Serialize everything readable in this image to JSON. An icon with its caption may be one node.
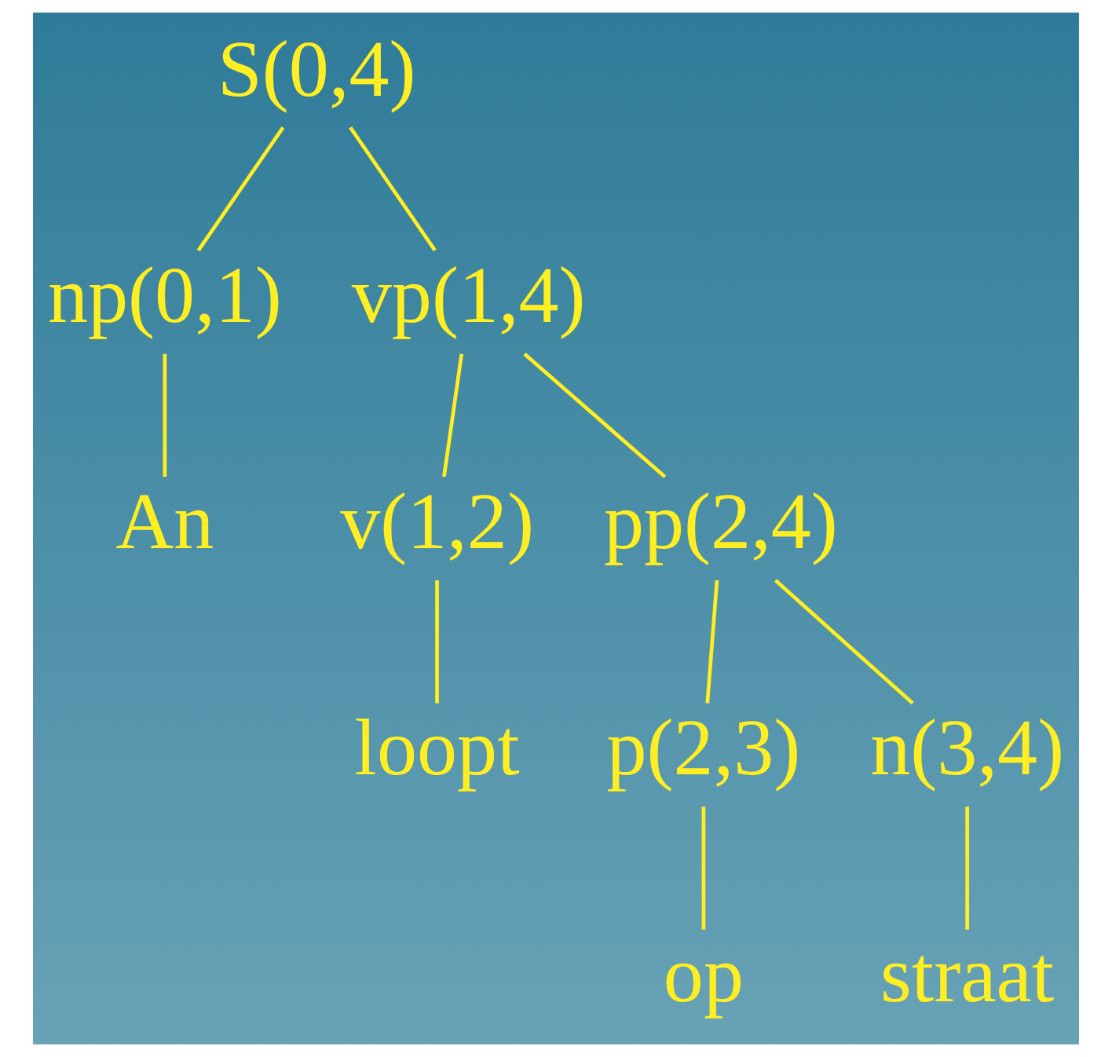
{
  "diagram": {
    "nodes": [
      {
        "text": [
          "S(0,4)"
        ]
      },
      {
        "text": [
          "np(0,1)"
        ]
      },
      {
        "text": [
          "vp(1,4)"
        ]
      },
      {
        "text": [
          "An"
        ]
      },
      {
        "text": [
          "v(1,2)"
        ]
      },
      {
        "text": [
          "pp(2,4)"
        ]
      },
      {
        "text": [
          "loopt"
        ]
      },
      {
        "text": [
          "p(2,3)"
        ]
      },
      {
        "text": [
          "n(3,4)"
        ]
      },
      {
        "text": [
          "op"
        ]
      },
      {
        "text": [
          "straat"
        ]
      }
    ],
    "edges": [
      {
        "from": 0,
        "to": 1,
        "arrow": "none"
      },
      {
        "from": 0,
        "to": 2,
        "arrow": "none"
      },
      {
        "from": 1,
        "to": 3,
        "arrow": "none"
      },
      {
        "from": 2,
        "to": 4,
        "arrow": "none"
      },
      {
        "from": 2,
        "to": 5,
        "arrow": "none"
      },
      {
        "from": 4,
        "to": 6,
        "arrow": "none"
      },
      {
        "from": 5,
        "to": 7,
        "arrow": "none"
      },
      {
        "from": 5,
        "to": 8,
        "arrow": "none"
      },
      {
        "from": 7,
        "to": 9,
        "arrow": "none"
      },
      {
        "from": 8,
        "to": 10,
        "arrow": "none"
      }
    ]
  }
}
